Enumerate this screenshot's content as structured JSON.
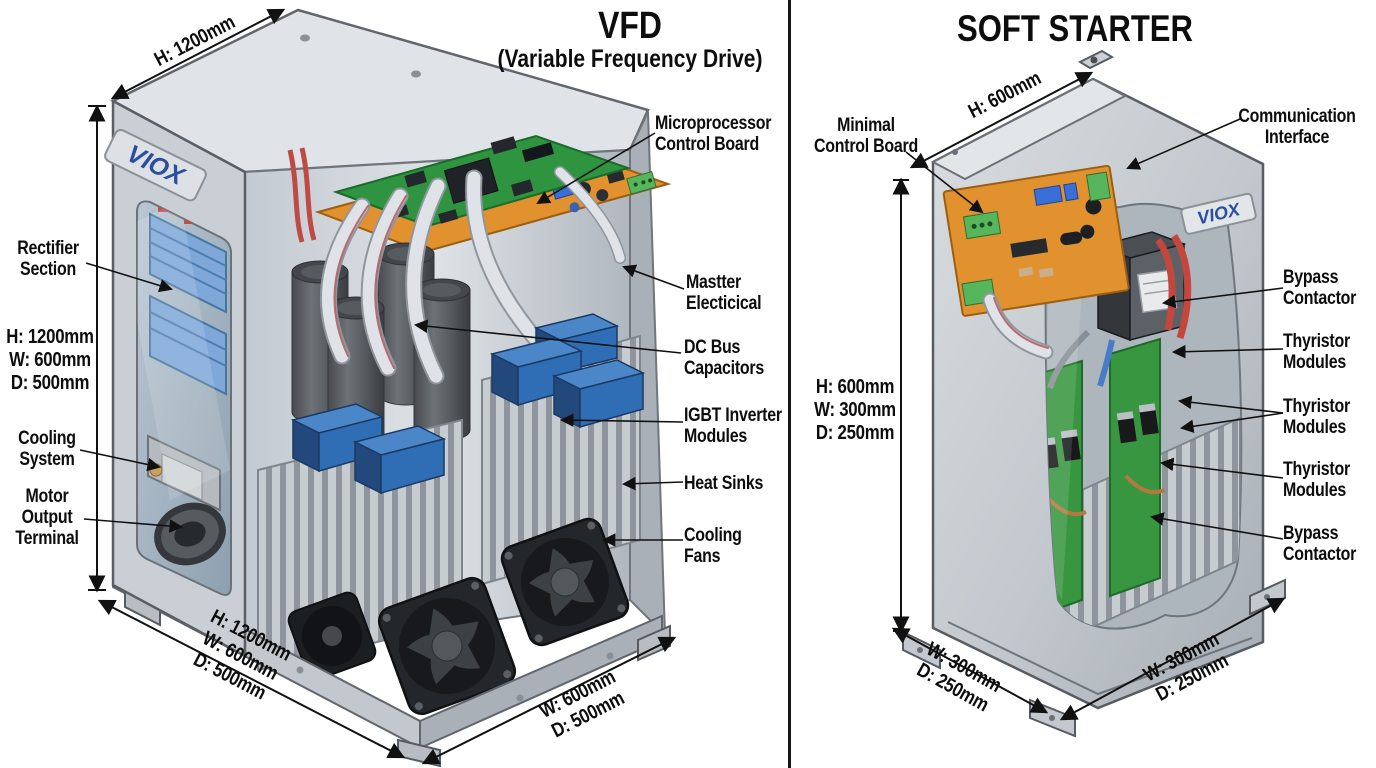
{
  "vfd": {
    "title": "VFD",
    "subtitle": "(Variable Frequency Drive)",
    "brand": "VIOX",
    "dim_top": "H: 1200mm",
    "dim_side": "H: 1200mm\nW: 600mm\nD: 500mm",
    "dim_bottom_left": "H: 1200mm\nW: 600mm\nD: 500mm",
    "dim_bottom_right": "W: 600mm\nD: 500mm",
    "labels": {
      "rectifier_section": "Rectifier\nSection",
      "cooling_system": "Cooling\nSystem",
      "motor_output_terminal": "Motor\nOutput\nTerminal",
      "microprocessor_control_board": "Microprocessor\nControl Board",
      "master_electrical": "Mastter\nElecticical",
      "dc_bus_capacitors": "DC Bus\nCapacitors",
      "igbt_inverter_modules": "IGBT Inverter\nModules",
      "heat_sinks": "Heat Sinks",
      "cooling_fans": "Cooling\nFans"
    }
  },
  "soft_starter": {
    "title": "SOFT STARTER",
    "brand": "VIOX",
    "dim_top": "H: 600mm",
    "dim_side": "H: 600mm\nW: 300mm\nD: 250mm",
    "dim_bottom_left": "W: 300mm\nD: 250mm",
    "dim_bottom_right": "W: 300mm\nD: 250mm",
    "labels": {
      "minimal_control_board": "Minimal\nControl Board",
      "communication_interface": "Communication\nInterface",
      "bypass_contactor_top": "Bypass\nContactor",
      "thyristor_modules_1": "Thyristor\nModules",
      "thyristor_modules_2": "Thyristor\nModules",
      "thyristor_modules_3": "Thyristor\nModules",
      "bypass_contactor_bottom": "Bypass\nContactor"
    }
  },
  "colors": {
    "brand_blue": "#2b4fa0",
    "pcb_green": "#2f9440",
    "carrier_board_orange": "#e2912f",
    "igbt_module_blue": "#2f6db5",
    "rectifier_blue": "#7fa8d9",
    "wire_red": "#c0392b",
    "enclosure_gray": "#c6ccd2",
    "line_black": "#111111"
  }
}
